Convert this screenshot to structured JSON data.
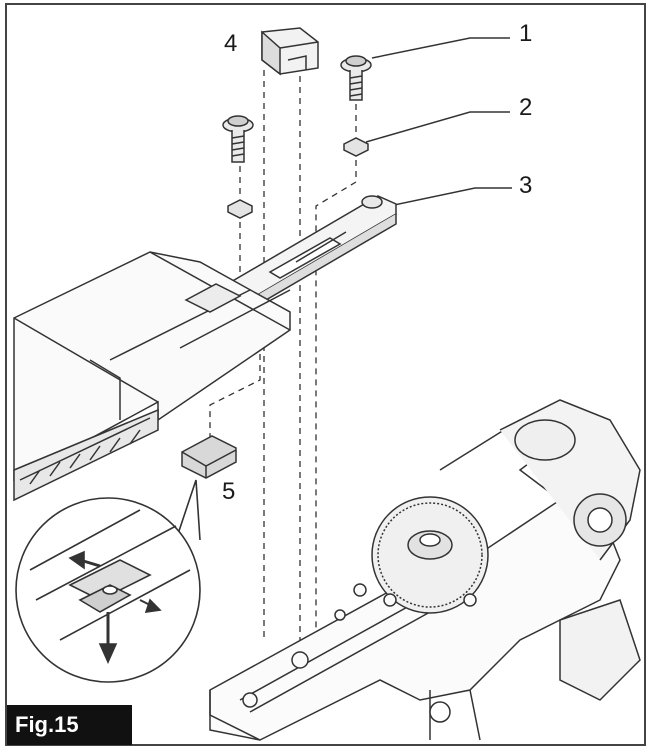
{
  "figure": {
    "label": "Fig.15",
    "callouts": [
      "1",
      "2",
      "3",
      "4",
      "5"
    ]
  },
  "colors": {
    "line": "#333333",
    "frame": "#444444",
    "label_bg": "#111111",
    "label_text": "#ffffff"
  }
}
